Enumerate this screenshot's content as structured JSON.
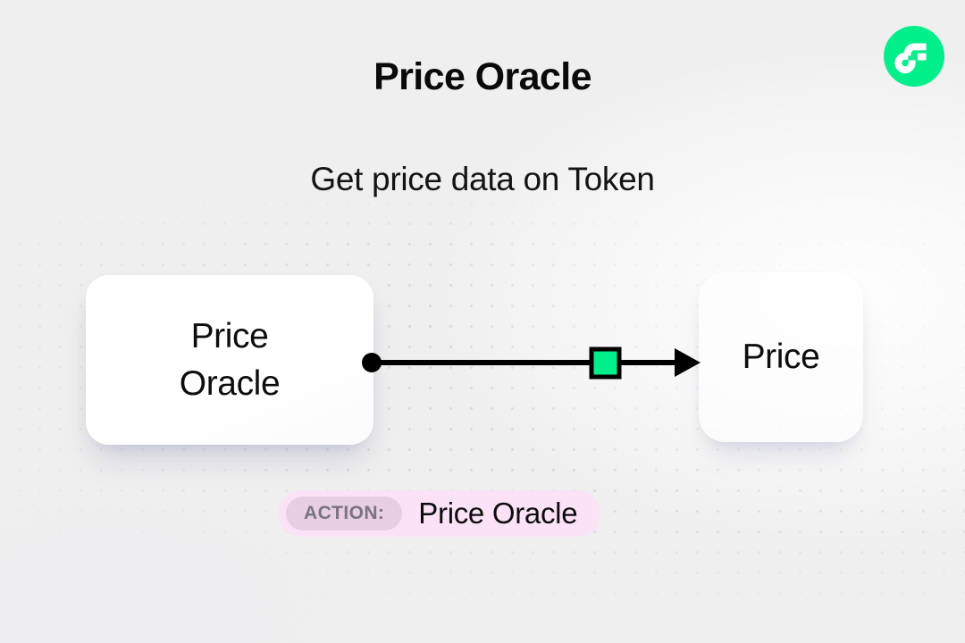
{
  "header": {
    "title": "Price Oracle",
    "subtitle": "Get price data on Token"
  },
  "brand": {
    "name": "flow-logo",
    "circle_color": "#00EF8B",
    "mark_color": "#FFFFFF"
  },
  "diagram": {
    "source_node": {
      "label": "Price\nOracle",
      "background_color": "#FFFFFF"
    },
    "target_node": {
      "label": "Price",
      "background_color": "#FFFFFF"
    },
    "edge": {
      "line_color": "#000000",
      "marker_color": "#00EF8B",
      "marker_border_color": "#000000",
      "source_dot_color": "#000000",
      "arrow_color": "#000000"
    }
  },
  "action_badge": {
    "chip_label": "ACTION:",
    "value": "Price Oracle",
    "background_color": "#FCE2F6",
    "chip_background_color": "#E7CEE2",
    "chip_text_color": "#7B7380"
  },
  "background": {
    "base_color": "#EFEFEF",
    "dot_color": "#D9DADE"
  }
}
